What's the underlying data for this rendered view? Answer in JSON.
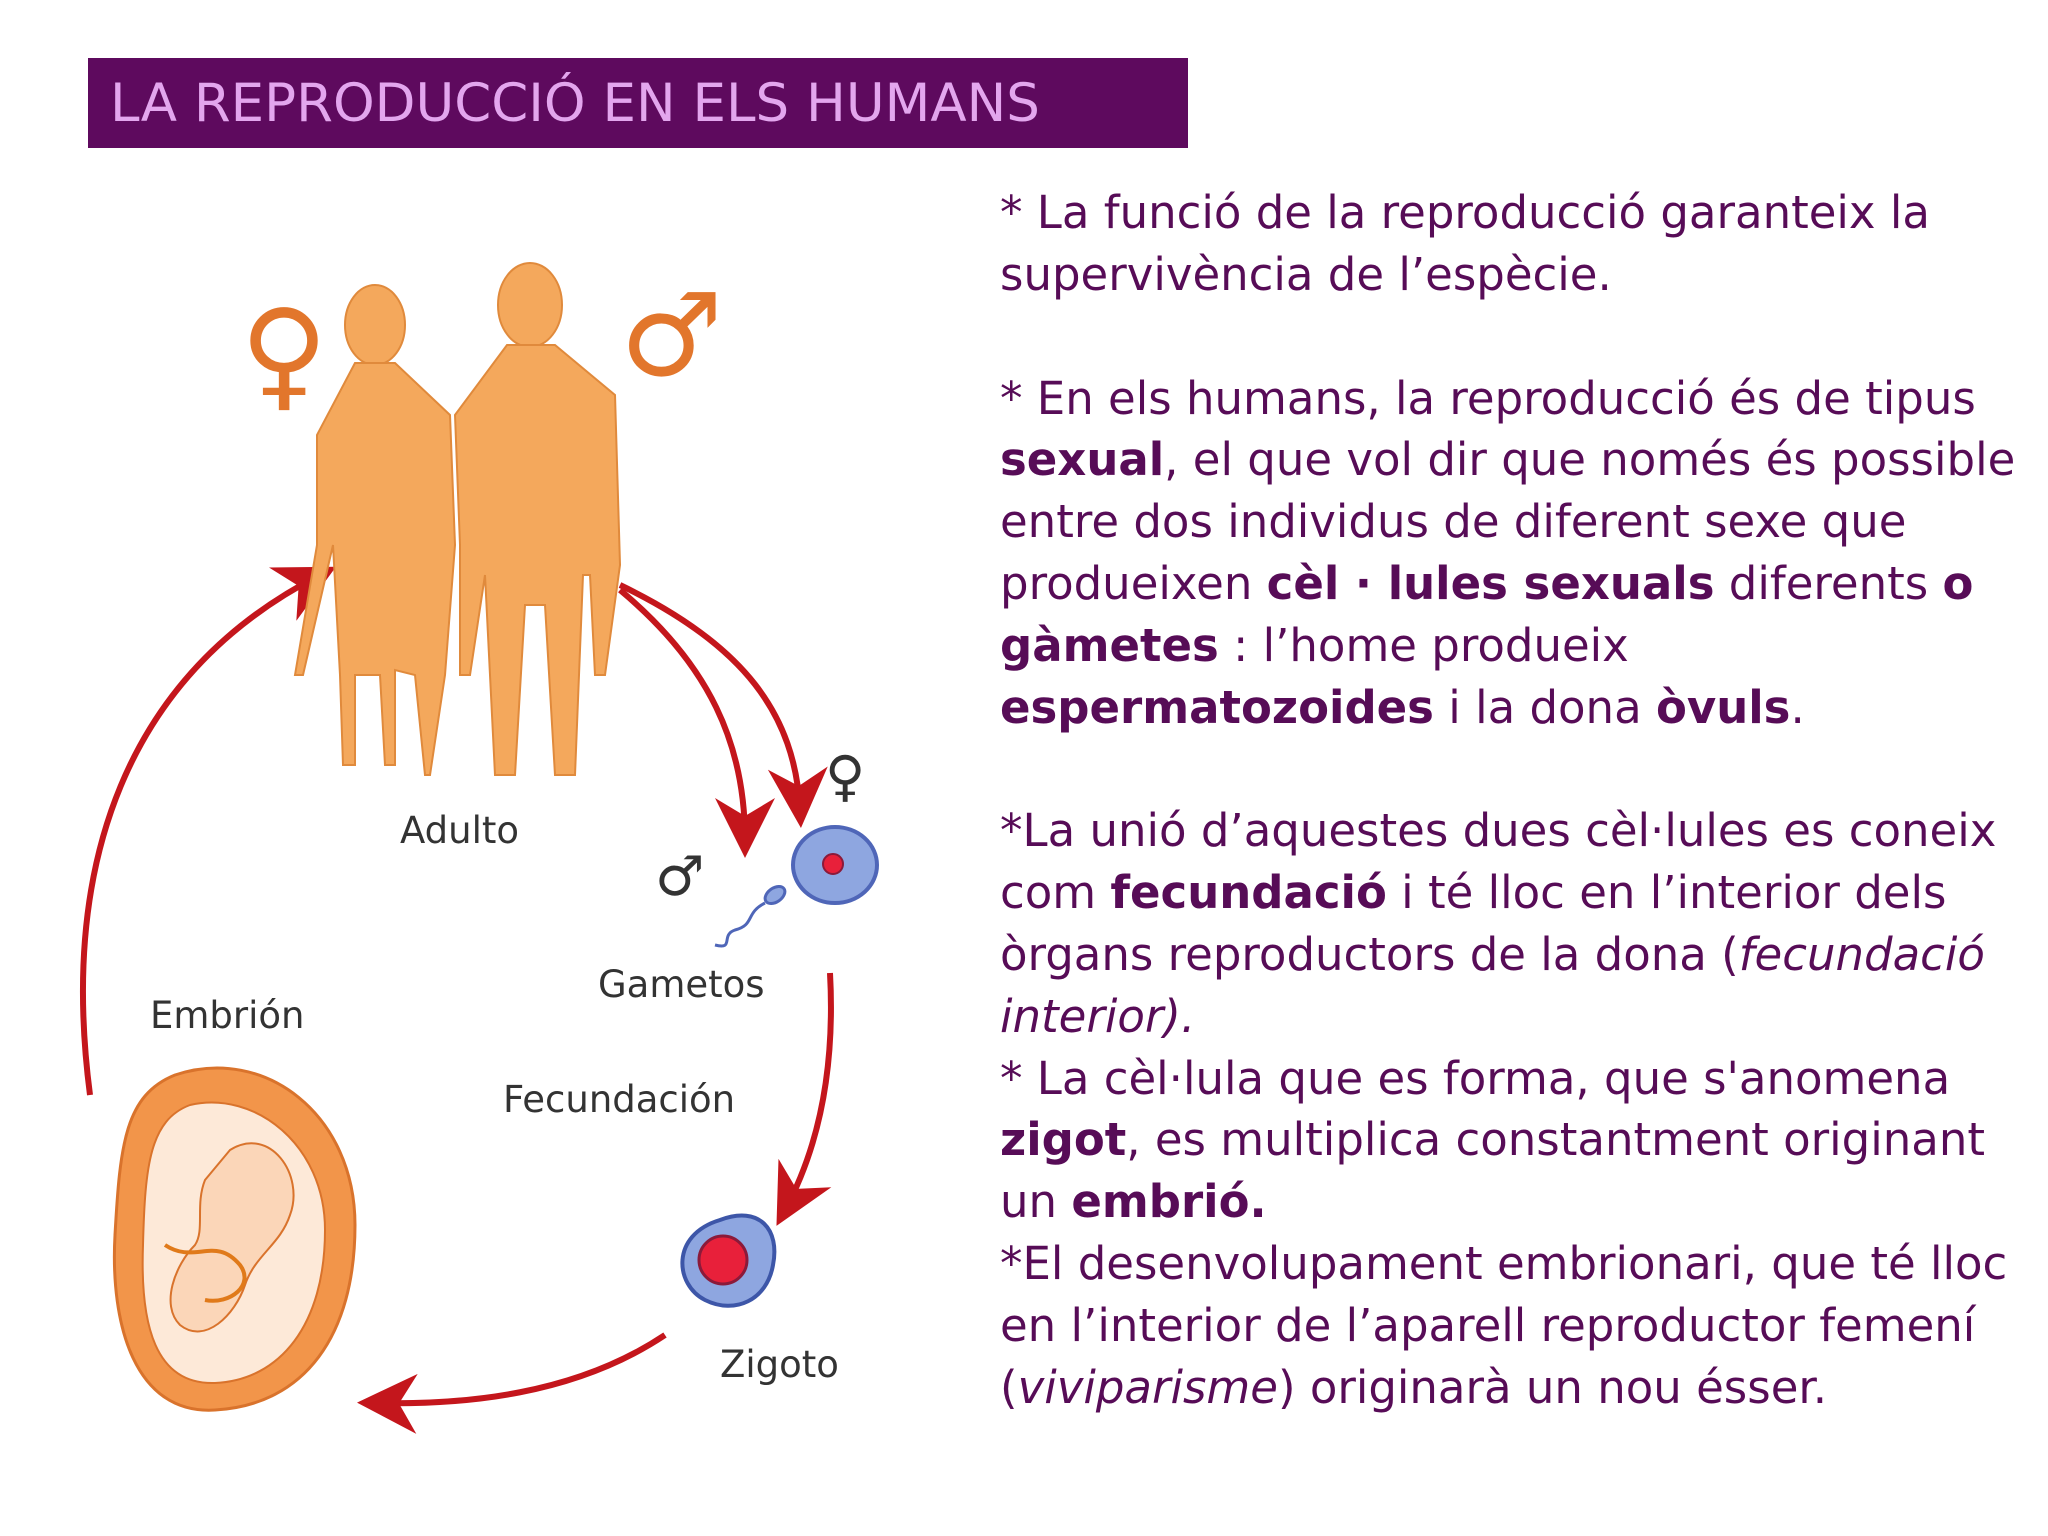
{
  "title": "LA REPRODUCCIÓ EN ELS HUMANS",
  "diagram": {
    "labels": {
      "adult": "Adulto",
      "gametes": "Gametos",
      "fertilization": "Fecundación",
      "zygote": "Zigoto",
      "embryo": "Embrión"
    },
    "symbols": {
      "female": "♀",
      "male": "♂",
      "female_small": "♀",
      "male_small": "♂"
    },
    "colors": {
      "body": "#f4a85c",
      "arrow": "#c4161c",
      "cell": "#8ea6e0",
      "nucleus": "#e8203a",
      "embryo_sac": "#f2954a"
    }
  },
  "paragraphs": {
    "p1": {
      "t1": "* La funció de la reproducció garanteix la supervivència de l’espècie."
    },
    "p2": {
      "t1": "* En els humans, la reproducció és de tipus ",
      "b1": "sexual",
      "t2": ", el que vol dir que només és possible entre dos individus de diferent sexe que produeixen ",
      "b2": "cèl · lules sexuals",
      "t3": " diferents ",
      "b3": "o gàmetes",
      "t4": " : l’home produeix ",
      "b4": "espermatozoides",
      "t5": " i la dona ",
      "b5": "òvuls",
      "t6": "."
    },
    "p3": {
      "t1": "*La unió d’aquestes dues cèl·lules es coneix com ",
      "b1": "fecundació",
      "t2": " i té lloc en l’interior dels òrgans reproductors de la dona (",
      "i1": "fecundació interior).",
      "t3": ""
    },
    "p4": {
      "t1": "* La cèl·lula que es forma, que s'anomena ",
      "b1": "zigot",
      "t2": ", es multiplica constantment originant un ",
      "b2": "embrió."
    },
    "p5": {
      "t1": "*El desenvolupament embrionari, que té lloc en l’interior de l’aparell reproductor femení (",
      "i1": "viviparisme",
      "t2": ") originarà un nou ésser."
    }
  }
}
